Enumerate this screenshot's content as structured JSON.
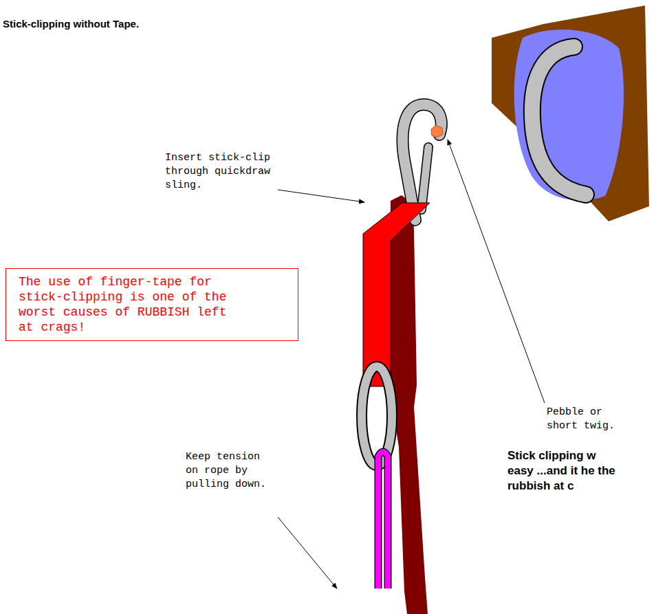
{
  "diagram": {
    "title": "Stick-clipping without Tape.",
    "nodes": [
      {
        "text": [
          "The use of finger-tape for stick-clipping is one of the worst causes of RUBBISH left at crags!"
        ]
      }
    ],
    "labels": [
      "Insert stick-clip through quickdraw sling.",
      "Pebble or short twig.",
      "Keep tension on rope by pulling down.",
      "Stick clipping w easy ...and it he the rubbish at c"
    ]
  }
}
